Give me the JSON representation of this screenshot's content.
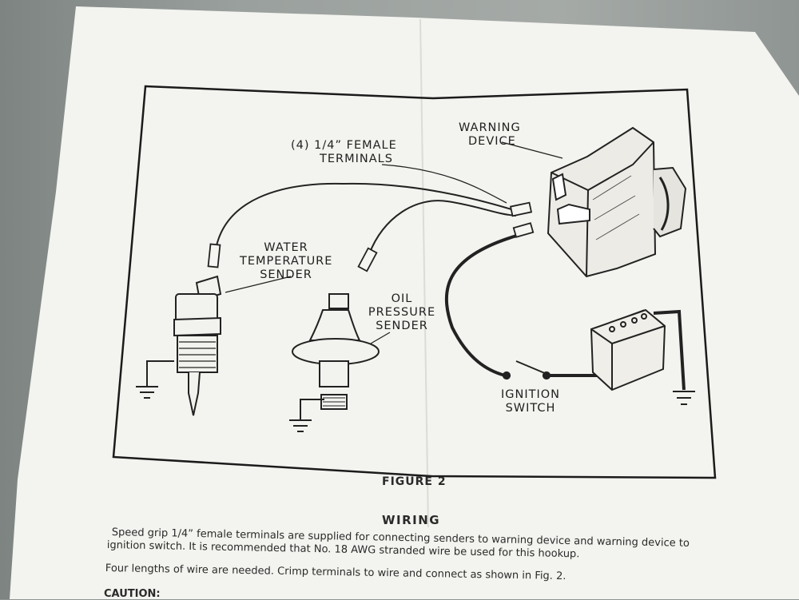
{
  "figure": {
    "labels": {
      "terminals": [
        "(4)  1/4” FEMALE",
        "TERMINALS"
      ],
      "warning_device": [
        "WARNING",
        "DEVICE"
      ],
      "water_temp_sender": [
        "WATER",
        "TEMPERATURE",
        "SENDER"
      ],
      "oil_pressure_sender": [
        "OIL",
        "PRESSURE",
        "SENDER"
      ],
      "ignition_switch": [
        "IGNITION",
        "SWITCH"
      ]
    },
    "caption": "FIGURE 2"
  },
  "section": {
    "heading": "WIRING",
    "paragraph1": [
      "Speed grip 1/4” female terminals are supplied for connecting senders to warning device and warning device to",
      "ignition switch.  It is recommended that No. 18 AWG stranded wire be used for this hookup."
    ],
    "paragraph2": "Four lengths of wire are needed.  Crimp terminals to wire and connect as shown  in Fig. 2.",
    "caution_label": "CAUTION:"
  }
}
